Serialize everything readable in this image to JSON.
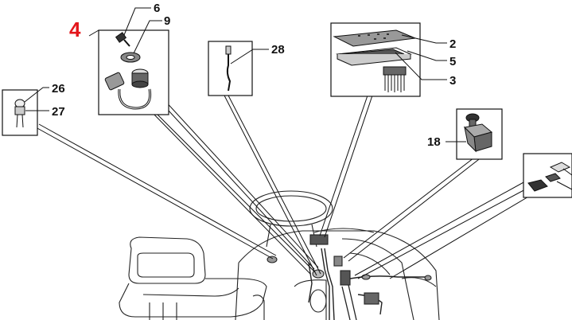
{
  "callouts": {
    "assembly": "4",
    "key": "6",
    "switch_nut": "9",
    "wire_lead": "28",
    "panel_cover": "2",
    "panel_frame": "5",
    "panel_harness": "3",
    "bulb": "26",
    "bulb_socket": "27",
    "pto_switch": "18"
  },
  "colors": {
    "assembly_label": "#e3161b",
    "line": "#111111"
  }
}
